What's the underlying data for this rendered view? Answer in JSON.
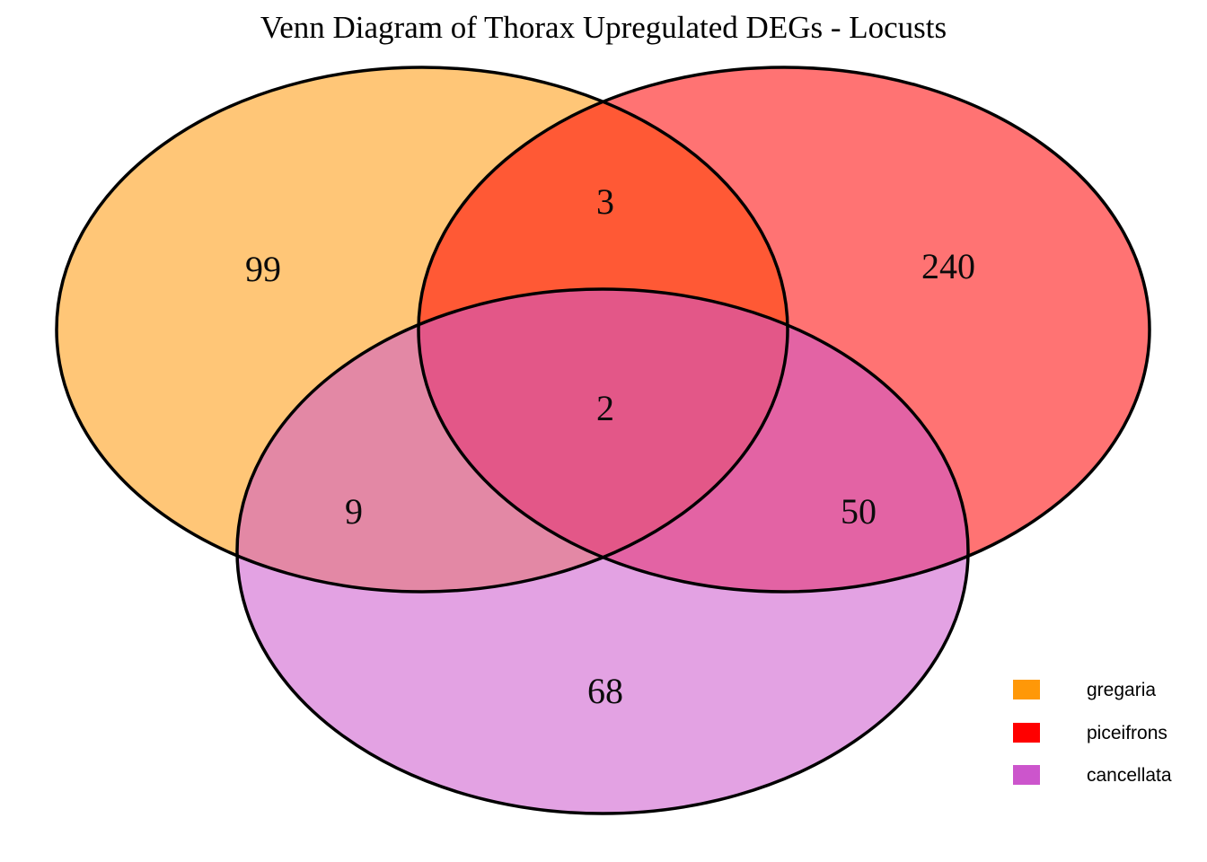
{
  "chart_data": {
    "type": "venn",
    "title": "Venn Diagram of Thorax Upregulated DEGs - Locusts",
    "sets": [
      {
        "name": "gregaria",
        "color": "#FF9808",
        "unique_count": 99
      },
      {
        "name": "piceifrons",
        "color": "#FF0000",
        "unique_count": 240
      },
      {
        "name": "cancellata",
        "color": "#CC55CC",
        "unique_count": 68
      }
    ],
    "overlaps": [
      {
        "between": "gregaria ∩ piceifrons",
        "value": 3
      },
      {
        "between": "gregaria ∩ cancellata",
        "value": 9
      },
      {
        "between": "piceifrons ∩ cancellata",
        "value": 50
      },
      {
        "between": "gregaria ∩ piceifrons ∩ cancellata",
        "value": 2
      }
    ],
    "outline_color": "#000000",
    "fill_opacity": 0.55,
    "legend_position": "bottom-right",
    "grid": false
  }
}
